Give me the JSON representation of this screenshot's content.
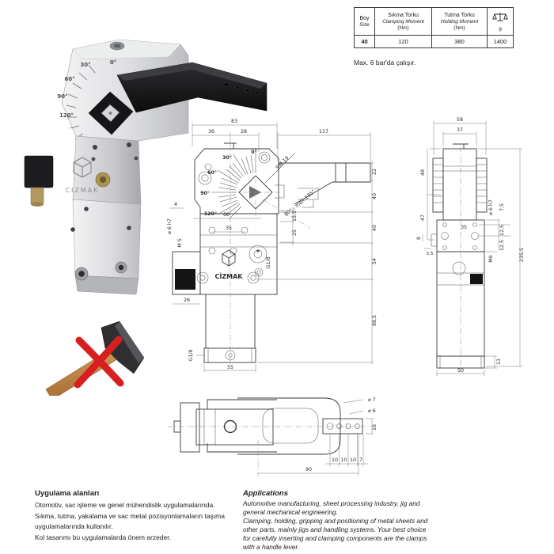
{
  "spec_table": {
    "col_boy": {
      "l1": "Boy",
      "l2": "Size"
    },
    "col_clamping": {
      "l1": "Sıkma Torku",
      "l2": "Clamping Moment",
      "l3": "(Nm)"
    },
    "col_holding": {
      "l1": "Tutma Torku",
      "l2": "Holding Moment",
      "l3": "(Nm)"
    },
    "col_weight_unit": "g",
    "row": {
      "boy": "40",
      "clamping": "120",
      "holding": "380",
      "weight": "1400"
    }
  },
  "note": "Max. 6 bar'da çalışır.",
  "brand": {
    "name_drawing": "CİZMAK",
    "name_photo": "CIZMAK"
  },
  "photo": {
    "angles": [
      "0°",
      "30°",
      "60°",
      "90°",
      "120°"
    ]
  },
  "front_view": {
    "w83": "83",
    "w36": "36",
    "w28": "28",
    "w117": "117",
    "h22": "22",
    "h40a": "40",
    "h40b": "40",
    "h54": "54",
    "h885": "88,5",
    "w4": "4",
    "w60": "60",
    "w35": "35",
    "m5": "M 5",
    "shaft": "⌀ 6 h7",
    "h135": "13,5",
    "h25": "25",
    "port": "G1/8",
    "w26": "26",
    "port2": "G1/8",
    "w55": "55",
    "angles": [
      "0°",
      "30°",
      "60°",
      "90°",
      "120°"
    ],
    "sw": "SW 19",
    "range": "80° - max.135°"
  },
  "side_view": {
    "w58": "58",
    "w37": "37",
    "h48": "48",
    "h47": "47",
    "h8": "8",
    "w35s": "3,5",
    "w35": "35",
    "shaft": "⌀ 6 h7",
    "h75": "7,5",
    "h125a": "12,5",
    "h125b": "12,5",
    "m6": "M6",
    "total": "235,5",
    "h13": "13",
    "w50": "50"
  },
  "top_view": {
    "d7": "⌀ 7",
    "d6": "⌀ 6",
    "h16": "16",
    "s10a": "10",
    "s10b": "10",
    "s10c": "10",
    "s7": "7",
    "w90": "90"
  },
  "apps_tr": {
    "title": "Uygulama alanları",
    "lines": [
      "Otomotiv, sac işleme ve genel mühendislik uygulamalarında.",
      "Sıkma, tutma, yakalama ve sac metal pozisyonlamaların  taşıma",
      "uygulamalarında kullanılır.",
      "Kol tasarımı bu uygulamalarda önem arzeder."
    ]
  },
  "apps_en": {
    "title": "Applications",
    "lines": [
      "Automotive manufacturing, sheet processing industry, jig and",
      "general mechanical engineering.",
      "Clamping, holding, gripping and positioning of metal sheets and",
      "other parts, mainly jigs and handling systems. Your best choice",
      "for carefully inserting and clamping components are the clamps",
      "with a handle lever."
    ]
  }
}
